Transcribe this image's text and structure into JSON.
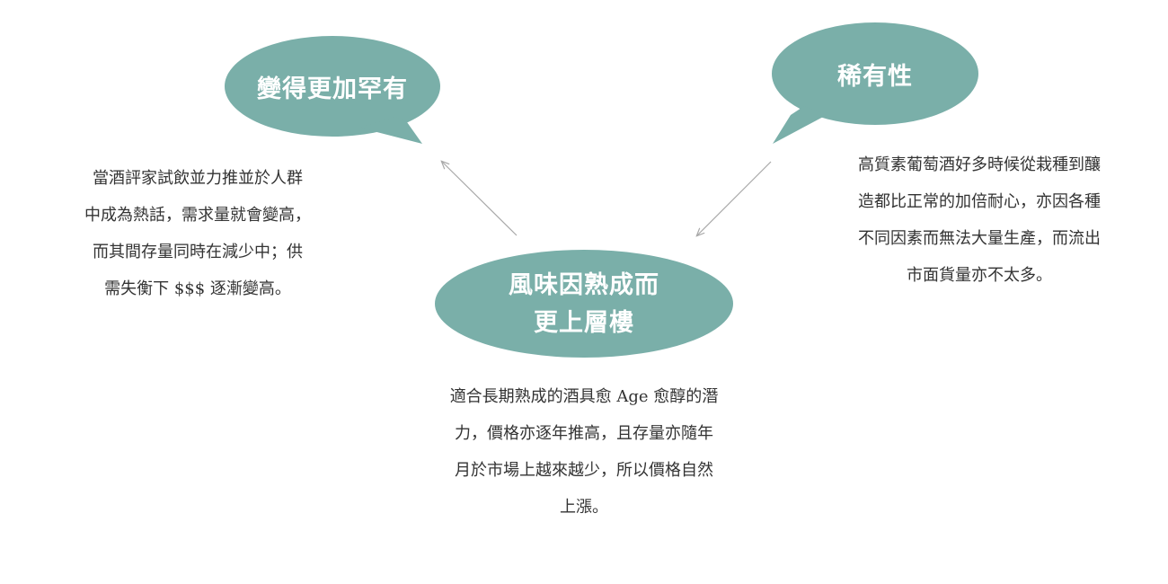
{
  "colors": {
    "bubble_fill": "#7aafa9",
    "bubble_text": "#ffffff",
    "arrow": "#a8a8a8",
    "body_text": "#333333"
  },
  "bubbles": {
    "rarer": {
      "label": "變得更加罕有"
    },
    "rarity": {
      "label": "稀有性"
    },
    "flavor": {
      "label_lines": [
        "風味因熟成而",
        "更上層樓"
      ]
    }
  },
  "descriptions": {
    "rarer": [
      "當酒評家試飲並力推並於人群",
      "中成為熱話，需求量就會變高，",
      "而其間存量同時在減少中；供",
      "需失衡下 $$$ 逐漸變高。"
    ],
    "rarity": [
      "高質素葡萄酒好多時候從栽種到釀",
      "造都比正常的加倍耐心，亦因各種",
      "不同因素而無法大量生產，而流出",
      "市面貨量亦不太多。"
    ],
    "flavor": [
      "適合長期熟成的酒具愈 Age 愈醇的潛",
      "力，價格亦逐年推高，且存量亦隨年",
      "月於市場上越來越少，所以價格自然",
      "上漲。"
    ]
  }
}
